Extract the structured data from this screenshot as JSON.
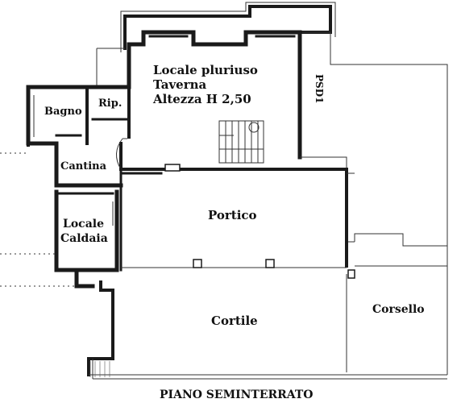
{
  "plan_title": "PIANO SEMINTERRATO",
  "rooms": {
    "locale_line1": "Locale pluriuso",
    "locale_line2": "Taverna",
    "locale_line3": "Altezza H 2,50",
    "bagno": "Bagno",
    "rip": "Rip.",
    "cantina": "Cantina",
    "caldaia_line1": "Locale",
    "caldaia_line2": "Caldaia",
    "portico": "Portico",
    "cortile": "Cortile",
    "corsello": "Corsello"
  },
  "side_note": "PSD1"
}
